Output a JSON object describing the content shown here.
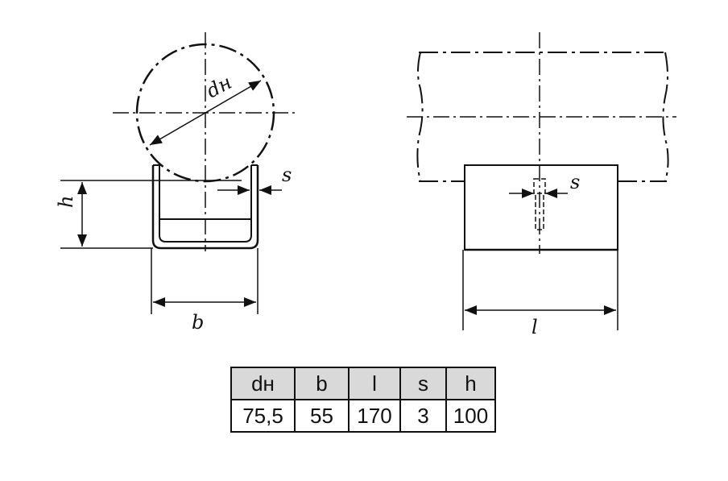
{
  "drawing": {
    "labels": {
      "diameter": "dн",
      "thickness_left": "s",
      "height": "h",
      "width": "b",
      "thickness_right": "s",
      "length": "l"
    }
  },
  "table": {
    "headers": [
      "dн",
      "b",
      "l",
      "s",
      "h"
    ],
    "values": [
      "75,5",
      "55",
      "170",
      "3",
      "100"
    ]
  }
}
